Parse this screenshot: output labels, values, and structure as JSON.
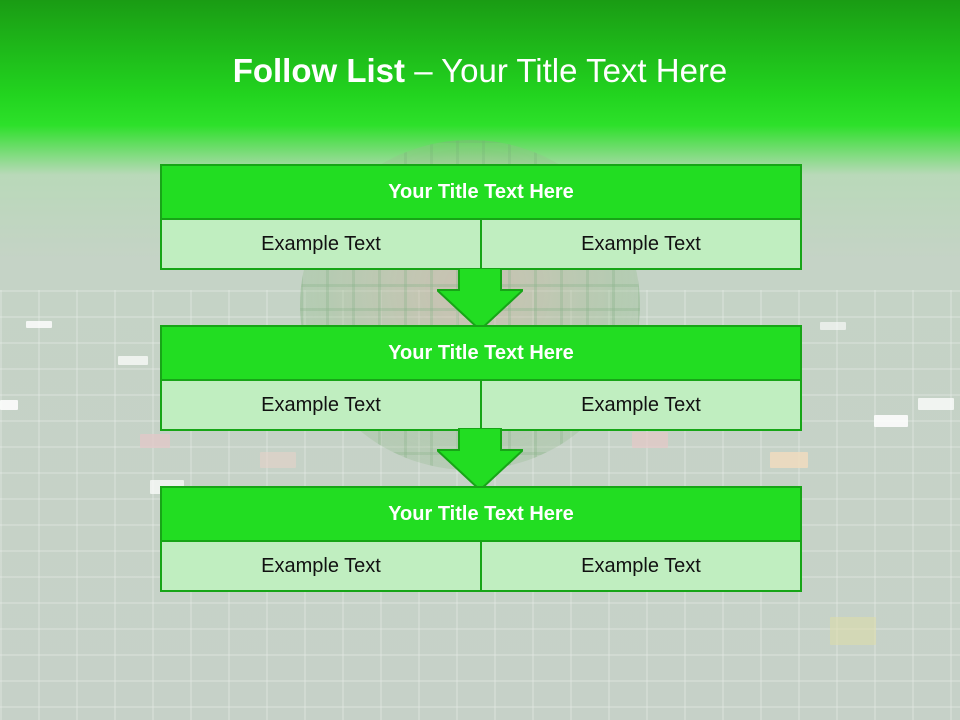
{
  "slide": {
    "title_bold": "Follow List",
    "title_rest": "– Your Title Text Here"
  },
  "steps": [
    {
      "title": "Your Title Text Here",
      "left": "Example Text",
      "right": "Example Text"
    },
    {
      "title": "Your Title Text Here",
      "left": "Example Text",
      "right": "Example Text"
    },
    {
      "title": "Your Title Text Here",
      "left": "Example Text",
      "right": "Example Text"
    }
  ],
  "colors": {
    "header_green": "#22dd22",
    "border_green": "#17a517",
    "cell_green": "#c0eec0",
    "banner_green": "#22d41f"
  }
}
